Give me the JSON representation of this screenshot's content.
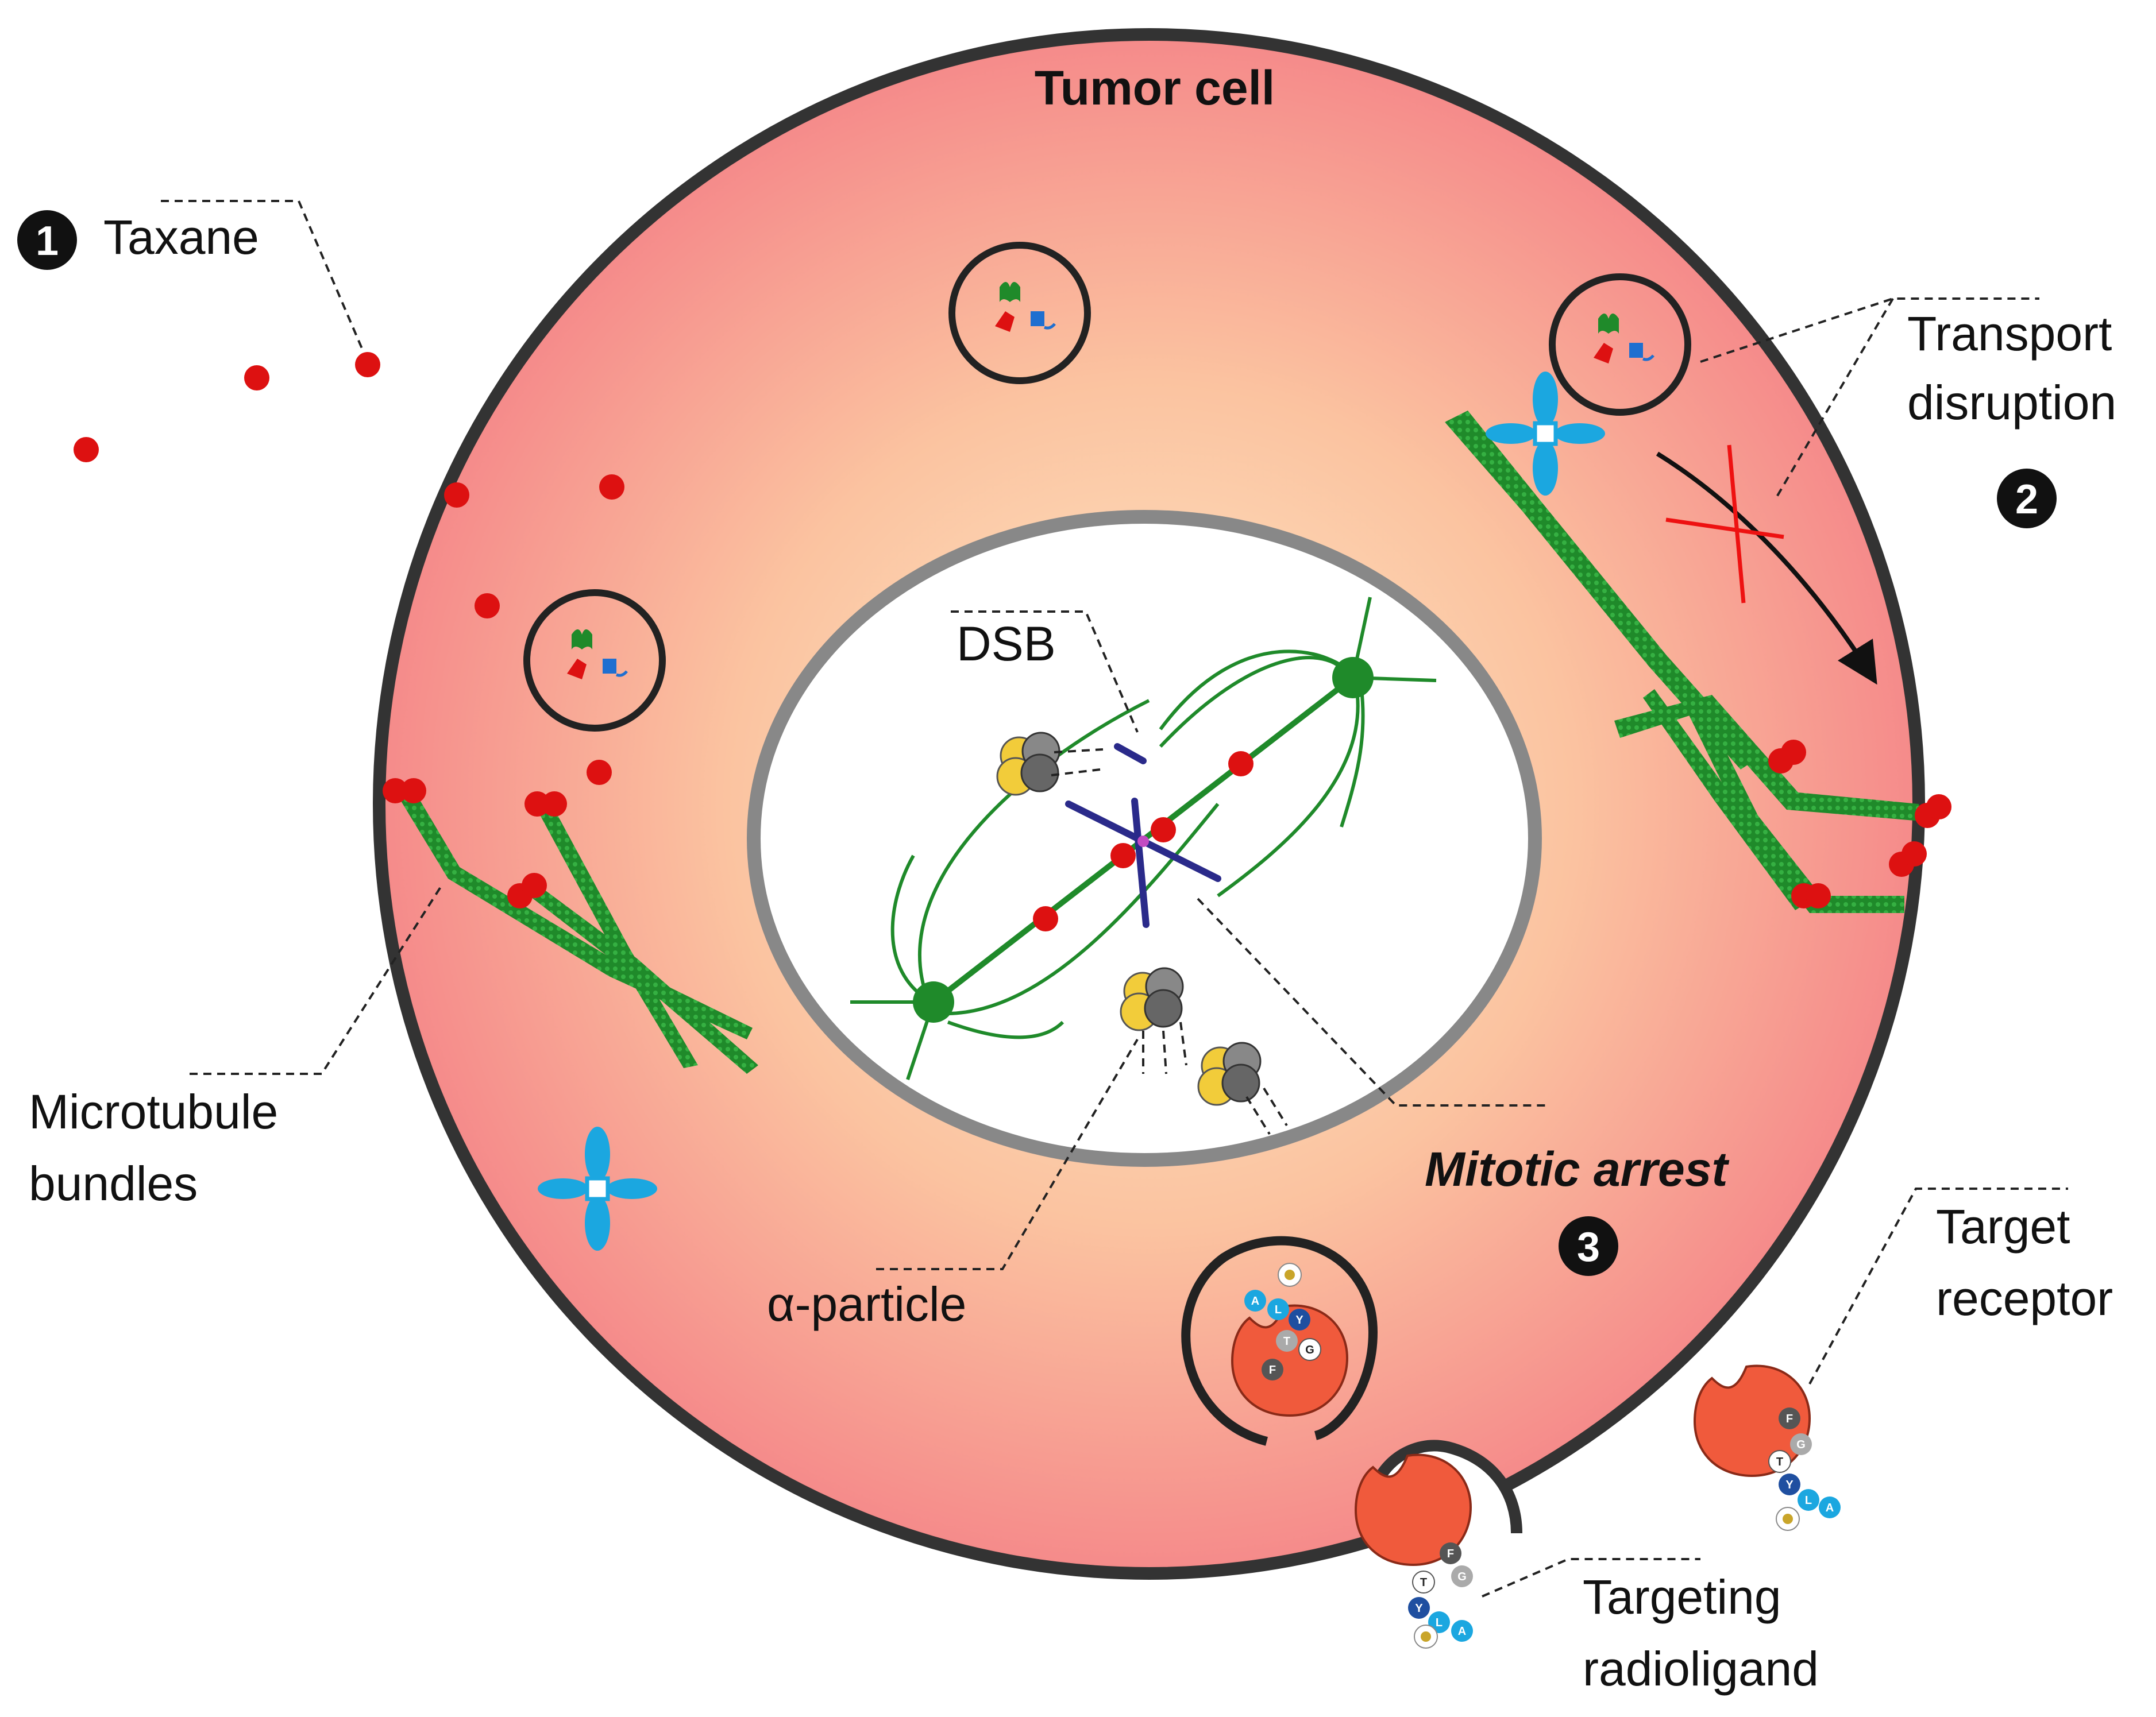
{
  "labels": {
    "tumor_cell": "Tumor cell",
    "taxane": "Taxane",
    "transport_line1": "Transport",
    "transport_line2": "disruption",
    "dsb": "DSB",
    "microtubule_line1": "Microtubule",
    "microtubule_line2": "bundles",
    "mitotic_arrest": "Mitotic arrest",
    "alpha_particle": "α-particle",
    "target_line1": "Target",
    "target_line2": "receptor",
    "radioligand_line1": "Targeting",
    "radioligand_line2": "radioligand"
  },
  "steps": [
    "1",
    "2",
    "3"
  ],
  "peptide": [
    "A",
    "L",
    "Y",
    "T",
    "G",
    "F"
  ],
  "colors": {
    "cell_edge": "#f58a8a",
    "cell_center": "#fde6c4",
    "membrane": "#333333",
    "nucleus_border": "#888888",
    "taxane": "#dd1111",
    "microtubule": "#1f8a2a",
    "motor": "#1ba7e0",
    "receptor": "#f05a3c",
    "dna_break": "#2a2a8a",
    "alpha_gold": "#f2cc3a",
    "alpha_gray": "#777777",
    "block_mark": "#ee1111"
  },
  "icons": [
    "vesicle-icon",
    "motor-protein-icon",
    "alpha-particle-icon",
    "receptor-icon",
    "radionuclide-icon"
  ]
}
